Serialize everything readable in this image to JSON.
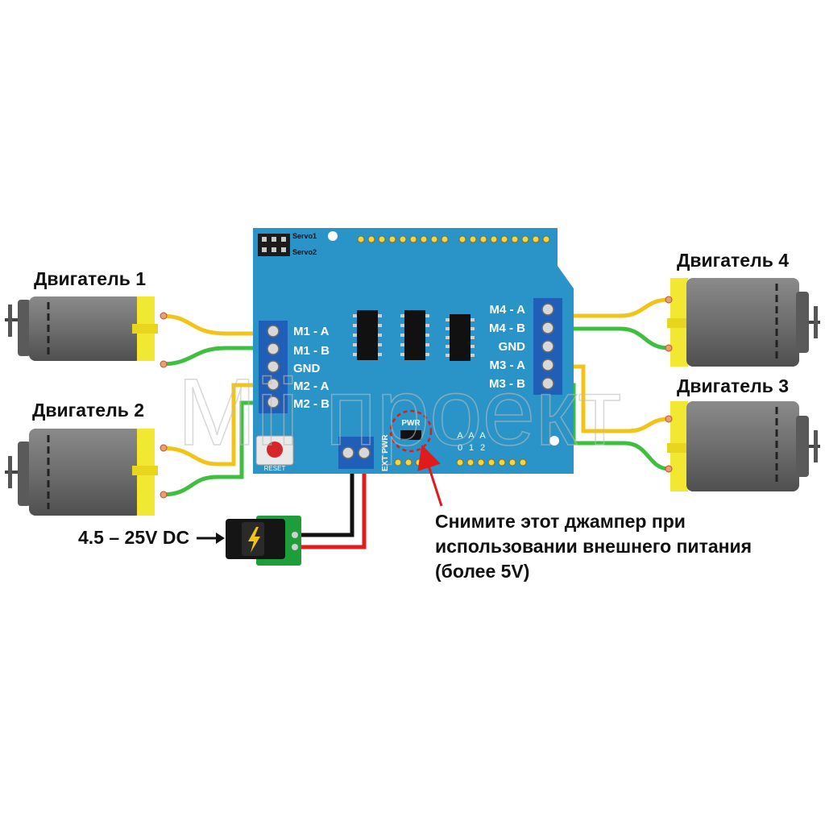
{
  "motors": [
    {
      "label": "Двигатель 1"
    },
    {
      "label": "Двигатель 2"
    },
    {
      "label": "Двигатель 3"
    },
    {
      "label": "Двигатель 4"
    }
  ],
  "board": {
    "left_terminals": [
      "M1 - A",
      "M1 - B",
      "GND",
      "M2 - A",
      "M2 - B"
    ],
    "right_terminals": [
      "M4 - A",
      "M4 - B",
      "GND",
      "M3 - A",
      "M3 - B"
    ],
    "servo1": "Servo1",
    "servo2": "Servo2",
    "reset": "RESET",
    "ext_pwr": "EXT PWR",
    "pwr_jumper": "PWR",
    "analog_letters": [
      "A",
      "A",
      "A"
    ],
    "analog_numbers": [
      "0",
      "1",
      "2"
    ]
  },
  "power_input": {
    "label": "4.5 – 25V DC"
  },
  "jumper_note": {
    "lines": [
      "Снимите этот джампер при",
      "использовании внешнего питания",
      "(более 5V)"
    ]
  },
  "watermark": "Mii проект",
  "colors": {
    "board": "#2a93c7",
    "terminal": "#1f5fb8",
    "motor_body": "#6b6b6b",
    "motor_cap": "#f2e832",
    "wire_yellow": "#f2c418",
    "wire_green": "#3fbf3f",
    "wire_red": "#e21b1b",
    "wire_black": "#111111",
    "jack_pcb": "#1e9e3a",
    "annotation_red": "#e01b1b"
  }
}
